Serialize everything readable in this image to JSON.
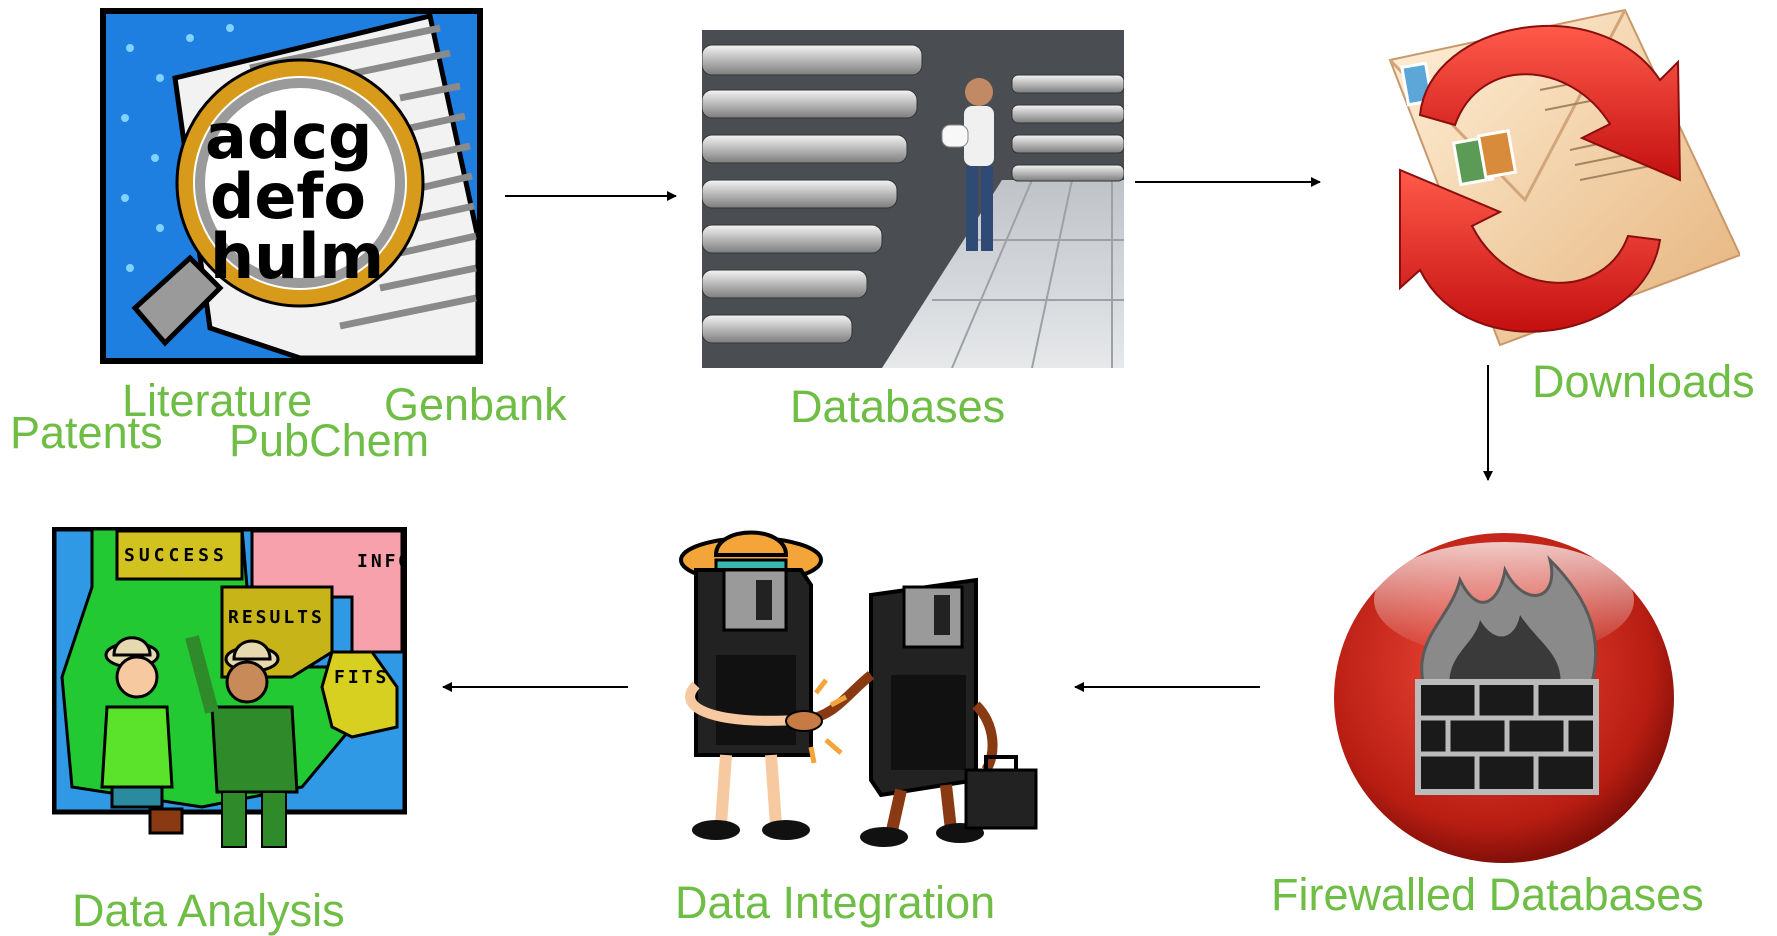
{
  "colors": {
    "label": "#6ebd44",
    "arrow": "#000000"
  },
  "sources": {
    "icon": "magnifying-glass-document-icon",
    "labels": {
      "literature": "Literature",
      "genbank": "Genbank",
      "patents": "Patents",
      "pubchem": "PubChem"
    },
    "magnifier_text": [
      "adcg",
      "defo",
      "hulm"
    ]
  },
  "databases": {
    "icon": "tape-library-photo",
    "label": "Databases"
  },
  "downloads": {
    "icon": "envelope-refresh-icon",
    "label": "Downloads"
  },
  "firewalled": {
    "icon": "firewall-icon",
    "label": "Firewalled Databases"
  },
  "integration": {
    "icon": "floppy-handshake-icon",
    "label": "Data Integration"
  },
  "analysis": {
    "icon": "map-explorers-icon",
    "label": "Data Analysis",
    "map_words": [
      "SUCCESS",
      "INFO",
      "RESULTS",
      "FITS"
    ]
  }
}
